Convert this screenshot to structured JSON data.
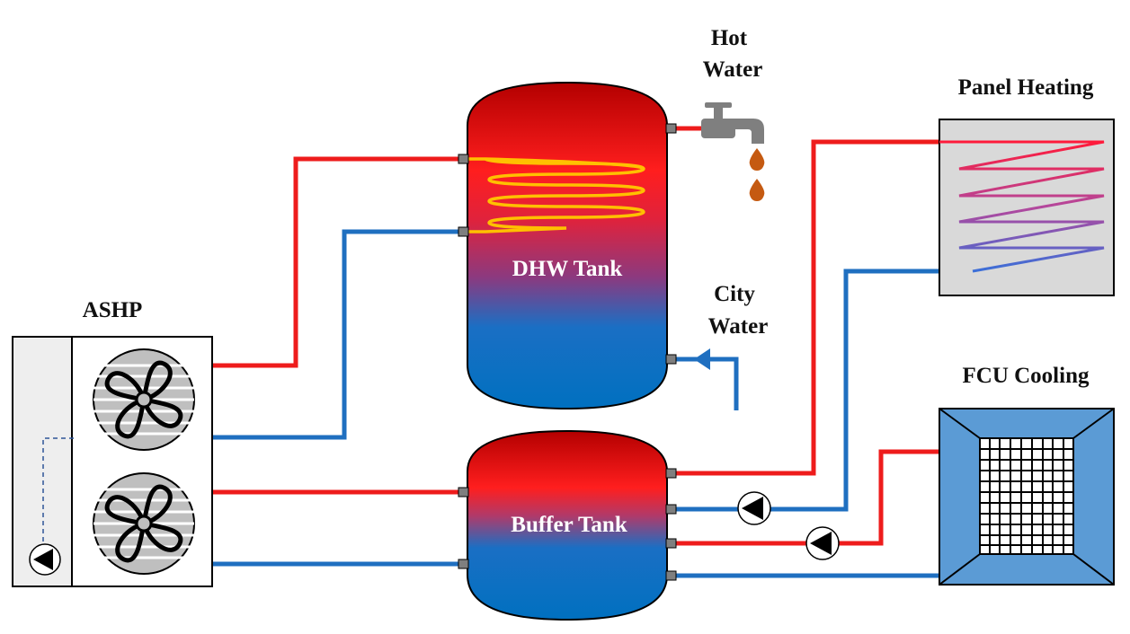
{
  "labels": {
    "hot_water_line1": "Hot",
    "hot_water_line2": "Water",
    "city_water_line1": "City",
    "city_water_line2": "Water",
    "panel_heating": "Panel Heating",
    "fcu_cooling": "FCU Cooling",
    "ashp": "ASHP",
    "dhw_tank": "DHW Tank",
    "buffer_tank": "Buffer Tank"
  },
  "colors": {
    "supply_pipe": "#ee1c1c",
    "return_pipe": "#1f6fc0",
    "tank_hot_top": "#c00000",
    "tank_hot_mid": "#ff1e1e",
    "tank_cold": "#0070c0",
    "coil": "#ffc000",
    "drop": "#c55a11",
    "faucet": "#7f7f7f",
    "fcu_fill": "#5b9bd5",
    "panel_fill": "#d9d9d9"
  }
}
